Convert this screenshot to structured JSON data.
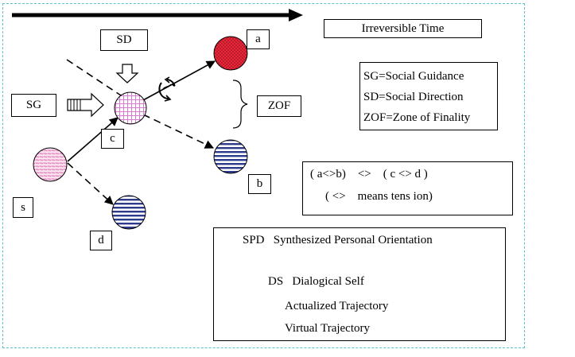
{
  "diagram": {
    "time_label": "Irreversible Time",
    "nodes": {
      "sd": "SD",
      "sg": "SG",
      "a": "a",
      "b": "b",
      "c": "c",
      "d": "d",
      "s": "s",
      "zof": "ZOF"
    },
    "definitions": [
      "SG=Social Guidance",
      "SD=Social Direction",
      "ZOF=Zone of Finality"
    ],
    "tension": {
      "line1": "( a<>b)    <>    ( c <> d )",
      "line2": "( <>    means tens ion)"
    },
    "legend": {
      "spd": "SPD   Synthesized Personal Orientation",
      "ds": "DS   Dialogical Self",
      "actualized": "Actualized Trajectory",
      "virtual": "Virtual Trajectory"
    },
    "colors": {
      "node_a": "#e8263a",
      "node_bd": "#2e3a8c",
      "node_c": "#e8a0e0",
      "node_s": "#f0b8d8",
      "frame": "#59c3cf"
    }
  }
}
